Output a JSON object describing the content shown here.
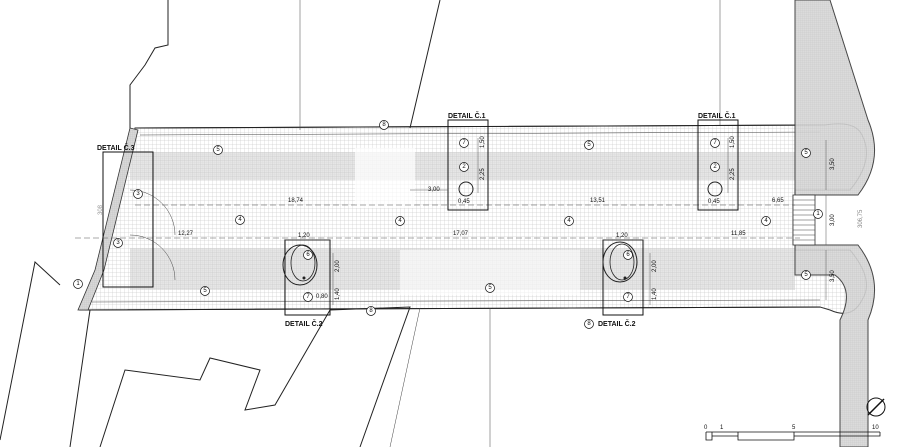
{
  "details": {
    "d1_left": "DETAIL Č.1",
    "d1_right": "DETAIL Č.1",
    "d2_left": "DETAIL Č.2",
    "d2_right": "DETAIL Č.2",
    "d3": "DETAIL Č.3"
  },
  "markers": {
    "m1": "1",
    "m2": "2",
    "m3": "3",
    "m4": "4",
    "m5": "5",
    "m6": "6",
    "m7": "7",
    "m8": "8"
  },
  "dimensions": {
    "d1874": "18,74",
    "d300a": "3,00",
    "d1351": "13,51",
    "d665": "6,65",
    "d1227": "12,27",
    "d1707": "17,07",
    "d1185": "11,85",
    "d120a": "1,20",
    "d120b": "1,20",
    "d150a": "1,50",
    "d225a": "2,25",
    "d045a": "0,45",
    "d150b": "1,50",
    "d225b": "2,25",
    "d045b": "0,45",
    "d200a": "2,00",
    "d140a": "1,40",
    "d080": "0,80",
    "d200b": "2,00",
    "d140b": "1,40",
    "d350a": "3,50",
    "d300b": "3,00",
    "d350b": "3,50",
    "elev": "306,75",
    "elev_left": "308"
  },
  "scale": {
    "s0": "0",
    "s1": "1",
    "s5": "5",
    "s10": "10"
  }
}
